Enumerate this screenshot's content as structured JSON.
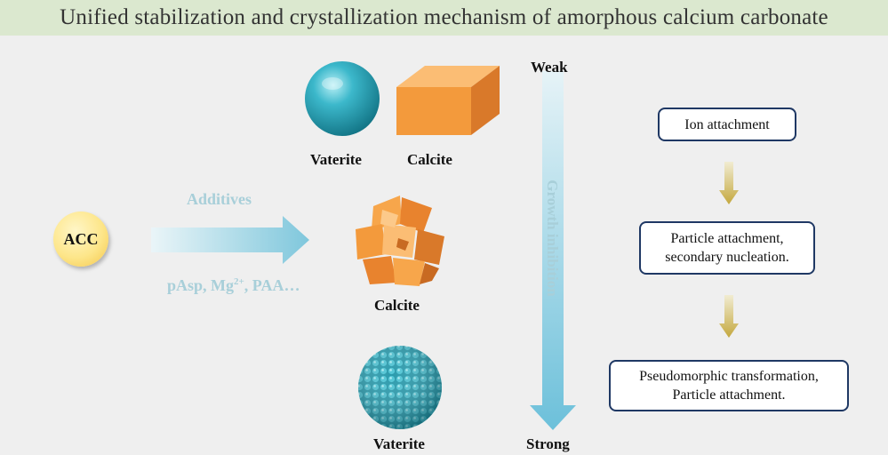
{
  "title": "Unified stabilization and crystallization mechanism of amorphous calcium carbonate",
  "acc_label": "ACC",
  "additives_label": "Additives",
  "additives_list_prefix": "pAsp, Mg",
  "additives_list_sup": "2+",
  "additives_list_suffix": ", PAA…",
  "products": {
    "top_vaterite": "Vaterite",
    "top_calcite": "Calcite",
    "middle_calcite": "Calcite",
    "bottom_vaterite": "Vaterite"
  },
  "inhibition": {
    "weak": "Weak",
    "strong": "Strong",
    "axis_label": "Growth inhibition"
  },
  "mechanisms": [
    {
      "lines": [
        "Ion attachment"
      ]
    },
    {
      "lines": [
        "Particle attachment,",
        "secondary nucleation."
      ]
    },
    {
      "lines": [
        "Pseudomorphic transformation,",
        "Particle attachment."
      ]
    }
  ],
  "colors": {
    "title_bar": "#dbe8cf",
    "vaterite": "#2aa5b8",
    "calcite": "#f39a3c",
    "arrow": "#8ecfe0",
    "box_border": "#1f3864",
    "down_arrow": "#c9b24a"
  }
}
